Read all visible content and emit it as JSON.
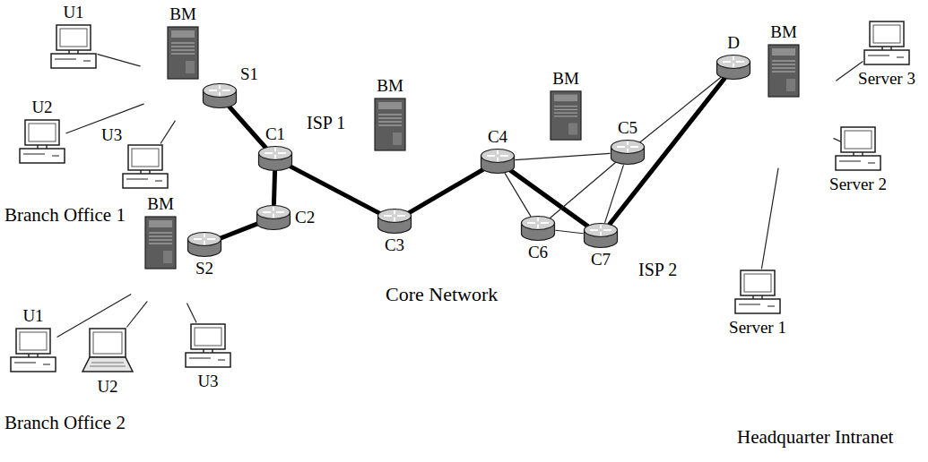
{
  "diagram": {
    "nodes": [
      {
        "text": [
          "Branch Office 1"
        ]
      },
      {
        "text": [
          "BM"
        ],
        "in": 0
      },
      {
        "text": [
          "S1"
        ],
        "in": 0
      },
      {
        "text": [
          "U1"
        ]
      },
      {
        "text": [
          "U2"
        ]
      },
      {
        "text": [
          "U3"
        ]
      },
      {
        "text": [
          "Core Network"
        ]
      },
      {
        "text": [
          "ISP 1"
        ],
        "in": 6
      },
      {
        "text": [
          "C1"
        ],
        "in": 7
      },
      {
        "text": [
          "C2"
        ],
        "in": 7
      },
      {
        "text": [
          "C3"
        ],
        "in": 7
      },
      {
        "text": [
          "BM"
        ],
        "in": 7
      },
      {
        "text": [
          "ISP 2"
        ],
        "in": 6
      },
      {
        "text": [
          "C4"
        ],
        "in": 12
      },
      {
        "text": [
          "C5"
        ],
        "in": 12
      },
      {
        "text": [
          "C6"
        ],
        "in": 12
      },
      {
        "text": [
          "C7"
        ],
        "in": 12
      },
      {
        "text": [
          "BM"
        ],
        "in": 12
      },
      {
        "text": [
          "Headquarter Intranet"
        ]
      },
      {
        "text": [
          "BM"
        ],
        "in": 18
      },
      {
        "text": [
          "D"
        ],
        "in": 18
      },
      {
        "text": [
          "Server 3"
        ]
      },
      {
        "text": [
          "Server 2"
        ]
      },
      {
        "text": [
          "Server 1"
        ]
      },
      {
        "text": [
          "Branch Office 2"
        ]
      },
      {
        "text": [
          "BM"
        ],
        "in": 24
      },
      {
        "text": [
          "S2"
        ],
        "in": 24
      },
      {
        "text": [
          "U1"
        ]
      },
      {
        "text": [
          "U2"
        ]
      },
      {
        "text": [
          "U3"
        ]
      }
    ],
    "edges": [
      {
        "from": 3,
        "to": 0,
        "arrow": "none"
      },
      {
        "from": 4,
        "to": 0,
        "arrow": "none"
      },
      {
        "from": 5,
        "to": 0,
        "arrow": "none"
      },
      {
        "from": 2,
        "to": 8,
        "arrow": "none"
      },
      {
        "from": 8,
        "to": 9,
        "arrow": "none"
      },
      {
        "from": 8,
        "to": 10,
        "arrow": "none"
      },
      {
        "from": 26,
        "to": 9,
        "arrow": "none"
      },
      {
        "from": 10,
        "to": 13,
        "arrow": "none"
      },
      {
        "from": 13,
        "to": 14,
        "arrow": "none"
      },
      {
        "from": 13,
        "to": 15,
        "arrow": "none"
      },
      {
        "from": 13,
        "to": 16,
        "arrow": "none"
      },
      {
        "from": 14,
        "to": 15,
        "arrow": "none"
      },
      {
        "from": 14,
        "to": 16,
        "arrow": "none"
      },
      {
        "from": 15,
        "to": 16,
        "arrow": "none"
      },
      {
        "from": 16,
        "to": 20,
        "arrow": "none"
      },
      {
        "from": 14,
        "to": 20,
        "arrow": "none"
      },
      {
        "from": 21,
        "to": 18,
        "arrow": "none"
      },
      {
        "from": 22,
        "to": 18,
        "arrow": "none"
      },
      {
        "from": 23,
        "to": 18,
        "arrow": "none"
      },
      {
        "from": 27,
        "to": 24,
        "arrow": "none"
      },
      {
        "from": 28,
        "to": 24,
        "arrow": "none"
      },
      {
        "from": 29,
        "to": 24,
        "arrow": "none"
      }
    ]
  }
}
